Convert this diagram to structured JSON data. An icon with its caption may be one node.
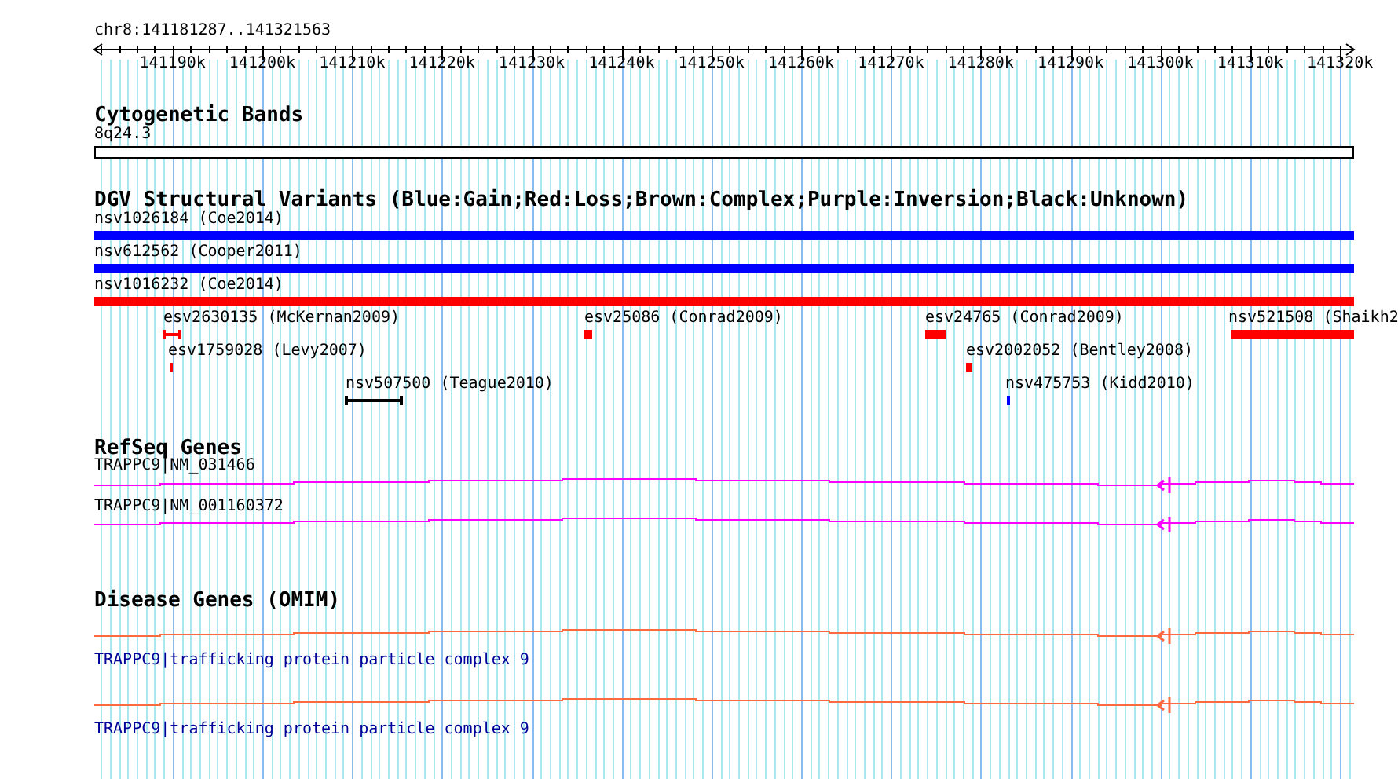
{
  "diagram": {
    "nodes": [
      {
        "text": [
          "8q24.3"
        ]
      },
      {
        "text": [
          "nsv1026184 (Coe2014)"
        ]
      },
      {
        "text": [
          "nsv612562 (Cooper2011)"
        ]
      },
      {
        "text": [
          "nsv1016232 (Coe2014)"
        ]
      },
      {
        "text": [
          "esv2630135 (McKernan2009)"
        ]
      },
      {
        "text": [
          "esv25086 (Conrad2009)"
        ]
      },
      {
        "text": [
          "esv24765 (Conrad2009)"
        ]
      },
      {
        "text": [
          "nsv521508 (Shaikh2"
        ]
      },
      {
        "text": [
          "esv1759028 (Levy2007)"
        ]
      },
      {
        "text": [
          "esv2002052 (Bentley2008)"
        ]
      },
      {
        "text": [
          "nsv507500 (Teague2010)"
        ]
      },
      {
        "text": [
          "nsv475753 (Kidd2010)"
        ]
      },
      {
        "text": [
          "TRAPPC9|NM_031466"
        ]
      },
      {
        "text": [
          "TRAPPC9|NM_001160372"
        ]
      },
      {
        "text": [
          "TRAPPC9|trafficking protein particle complex 9"
        ]
      },
      {
        "text": [
          "TRAPPC9|trafficking protein particle complex 9"
        ]
      }
    ],
    "labels": [
      "chr8:141181287..141321563",
      "141190k",
      "141200k",
      "141210k",
      "141220k",
      "141230k",
      "141240k",
      "141250k",
      "141260k",
      "141270k",
      "141280k",
      "141290k",
      "141300k",
      "141310k",
      "141320k",
      "Cytogenetic Bands",
      "DGV Structural Variants (Blue:Gain;Red:Loss;Brown:Complex;Purple:Inversion;Black:Unknown)",
      "RefSeq Genes",
      "Disease Genes (OMIM)"
    ]
  }
}
